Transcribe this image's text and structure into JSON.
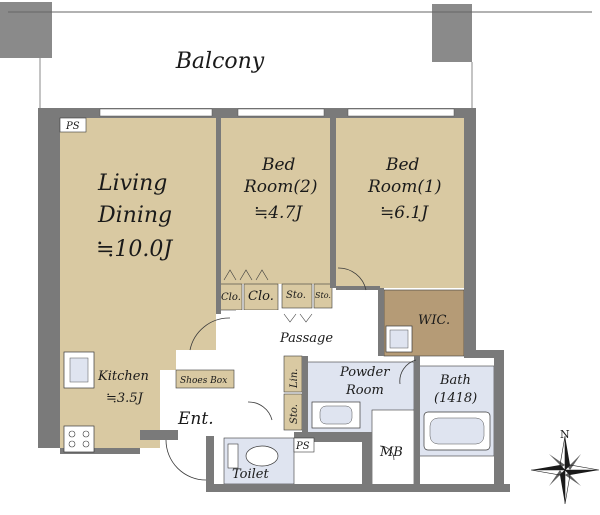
{
  "labels": {
    "balcony": "Balcony",
    "ps_top": "PS",
    "ps_bottom": "PS",
    "living_1": "Living",
    "living_2": "Dining",
    "living_3": "≒10.0J",
    "bed2_1": "Bed",
    "bed2_2": "Room(2)",
    "bed2_3": "≒4.7J",
    "bed1_1": "Bed",
    "bed1_2": "Room(1)",
    "bed1_3": "≒6.1J",
    "clo_small": "Clo.",
    "clo": "Clo.",
    "sto_a": "Sto.",
    "sto_b": "Sto.",
    "sto_c": "Sto.",
    "wic": "WIC.",
    "passage": "Passage",
    "kitchen_1": "Kitchen",
    "kitchen_2": "≒3.5J",
    "shoes_box": "Shoes Box",
    "ent": "Ent.",
    "lin": "Lin.",
    "powder_1": "Powder",
    "powder_2": "Room",
    "bath_1": "Bath",
    "bath_2": "(1418)",
    "mb": "MB",
    "toilet": "Toilet",
    "north": "N"
  },
  "colors": {
    "wall": "#7a7a7a",
    "wall_dark": "#555555",
    "floor_wood": "#d9c9a2",
    "floor_wic": "#b59b76",
    "floor_blue": "#dfe4f0",
    "floor_white": "#ffffff",
    "balcony_pillar": "#8a8a8a",
    "line": "#3a3a3a"
  }
}
